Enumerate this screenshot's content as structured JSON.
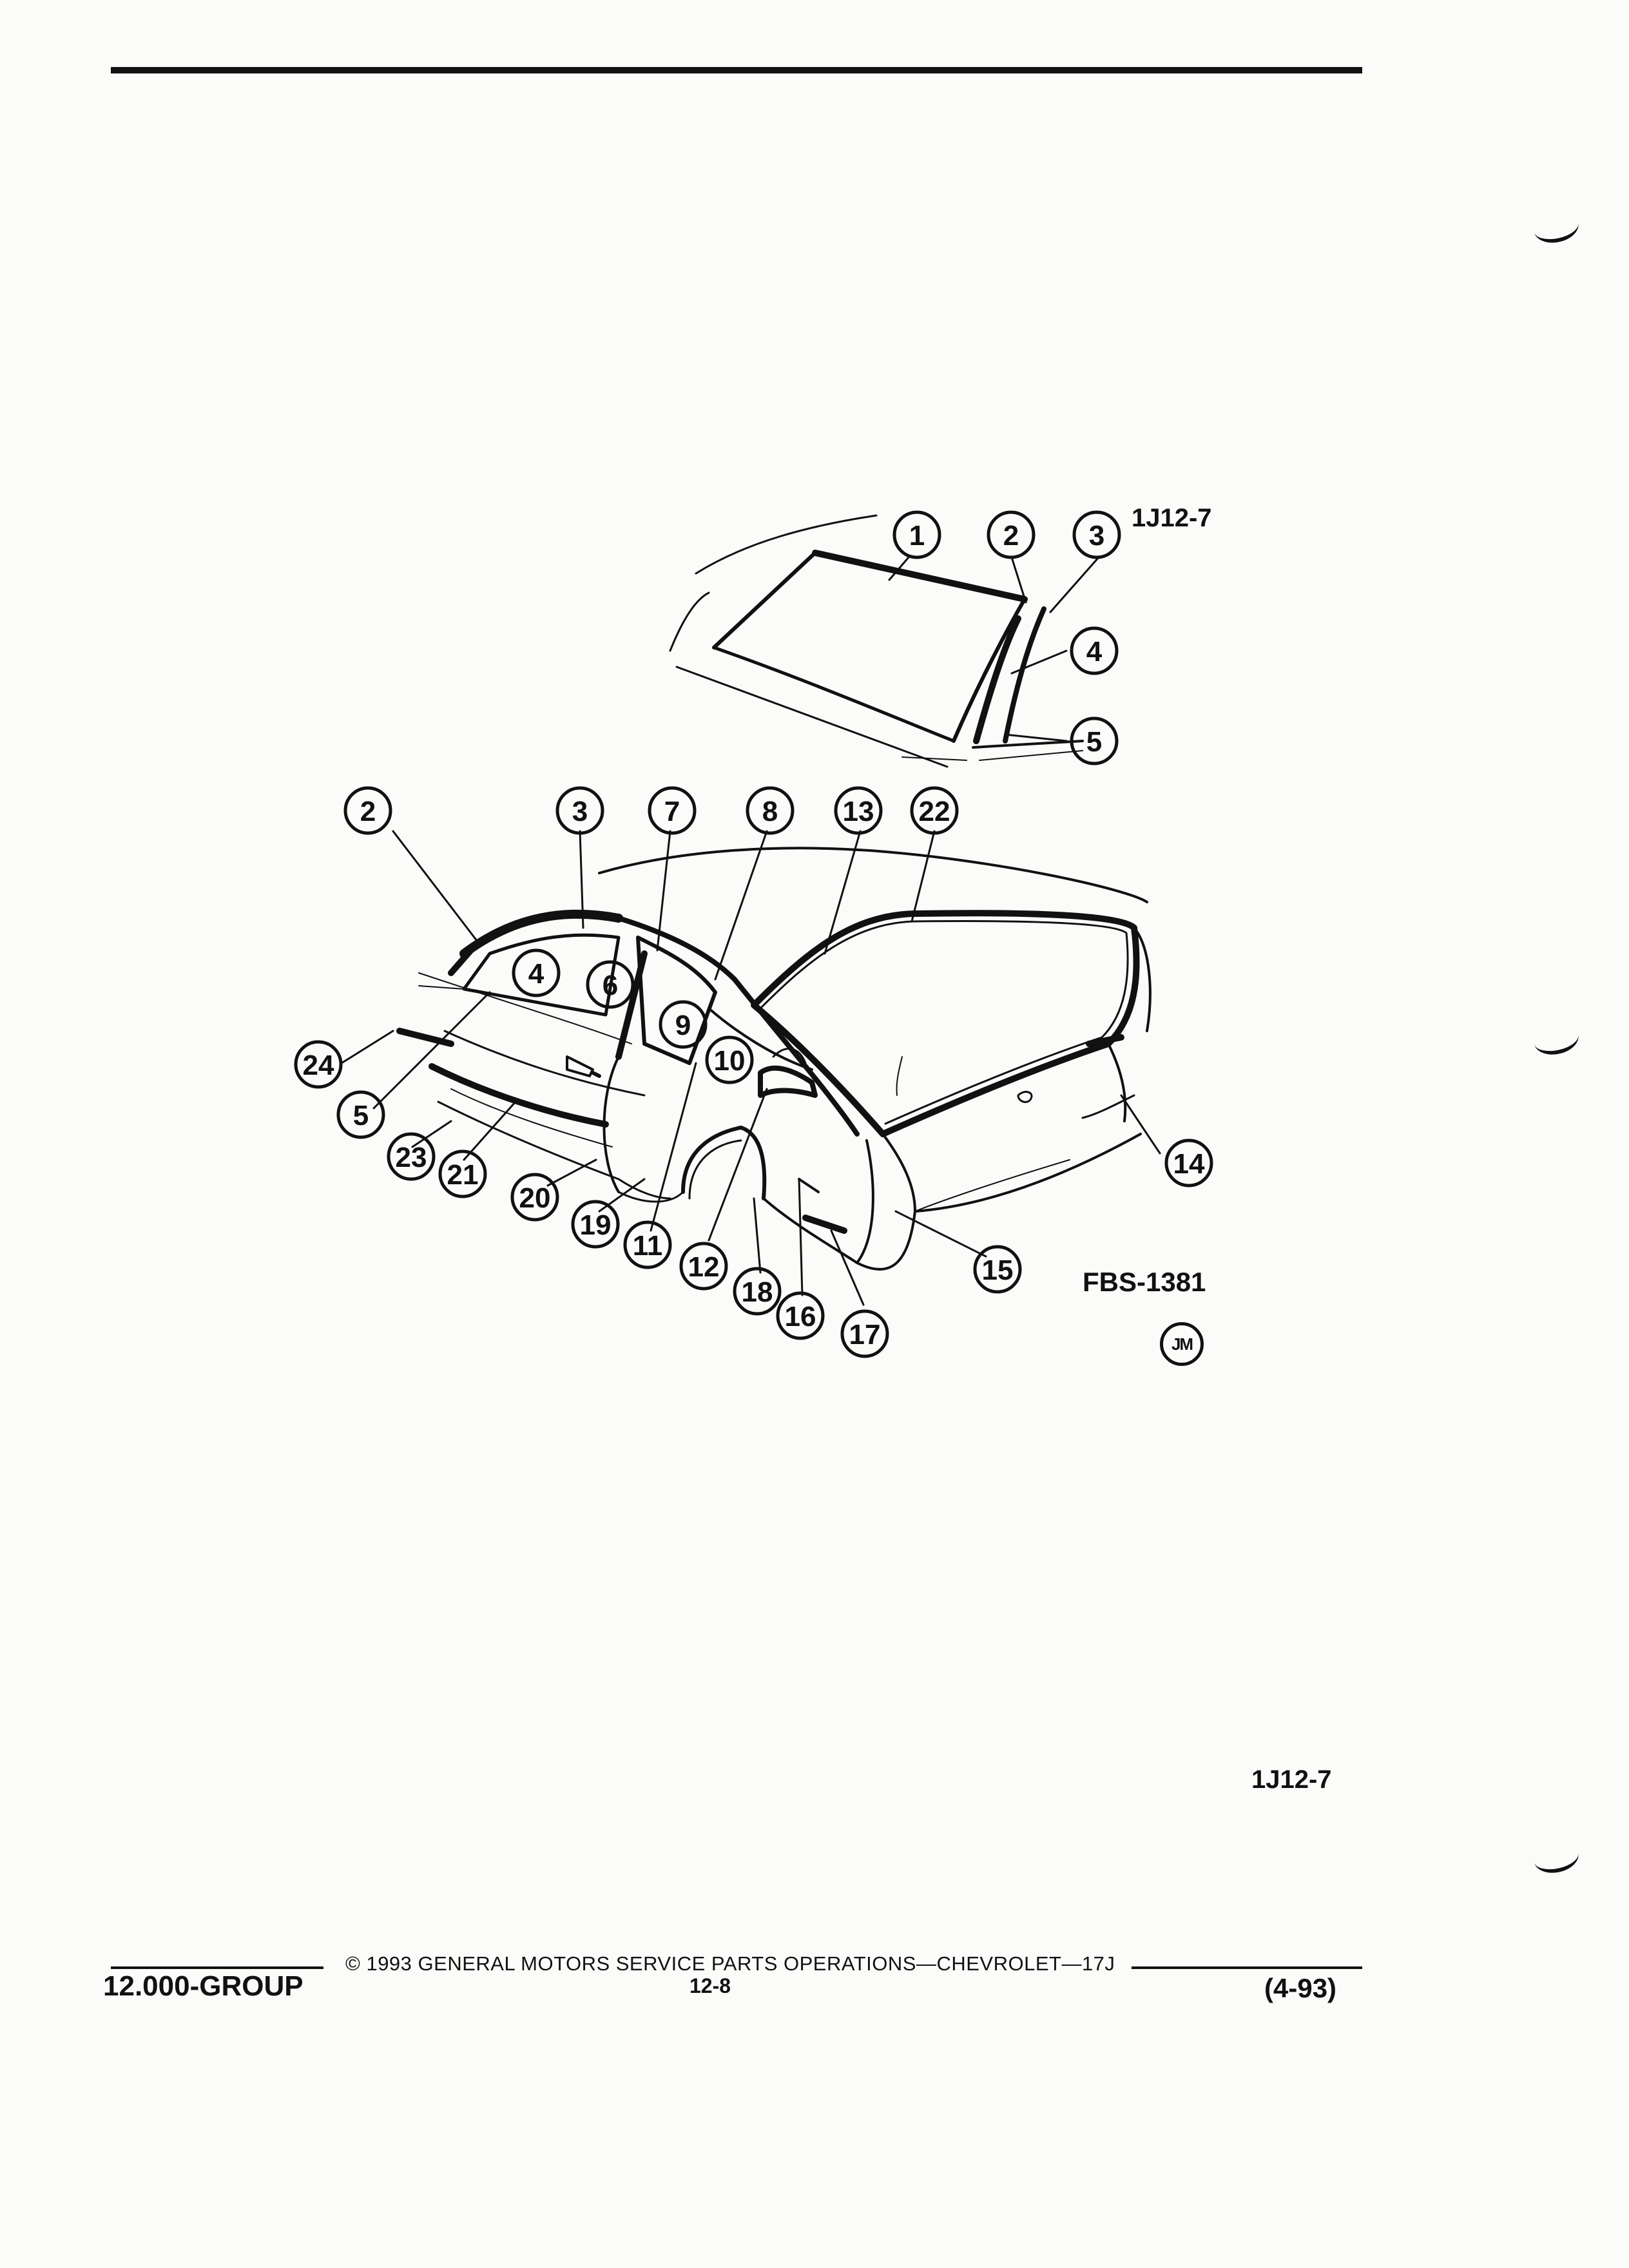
{
  "figure_code": "1J12-7",
  "figure_code_bottom": "1J12-7",
  "illustration_code": "FBS-1381",
  "illustrator_mark": "JM",
  "callouts": [
    "1",
    "2",
    "3",
    "4",
    "5",
    "2",
    "3",
    "7",
    "8",
    "13",
    "22",
    "4",
    "6",
    "9",
    "10",
    "24",
    "5",
    "23",
    "21",
    "20",
    "19",
    "11",
    "12",
    "18",
    "16",
    "17",
    "15",
    "14"
  ],
  "footer": {
    "group": "12.000-GROUP",
    "copyright": "© 1993 GENERAL MOTORS SERVICE PARTS OPERATIONS—CHEVROLET—17J",
    "page": "12-8",
    "date": "(4-93)"
  }
}
